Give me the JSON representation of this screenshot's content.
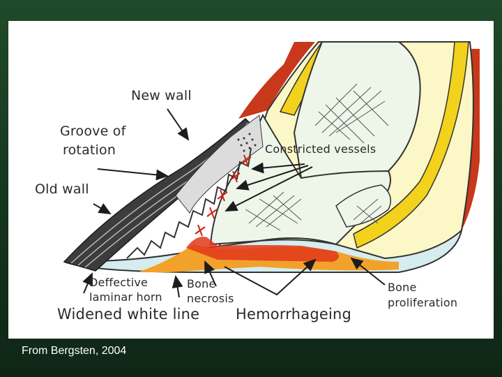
{
  "diagram": {
    "labels": {
      "new_wall": "New wall",
      "groove_of_rotation_line1": "Groove of",
      "groove_of_rotation_line2": "rotation",
      "old_wall": "Old wall",
      "constricted_vessels": "Constricted vessels",
      "deffective_line1": "Deffective",
      "deffective_line2": "laminar horn",
      "bone_necrosis_line1": "Bone",
      "bone_necrosis_line2": "necrosis",
      "bone_proliferation_line1": "Bone",
      "bone_proliferation_line2": "proliferation",
      "widened_white_line": "Widened white line",
      "hemorrhageing": "Hemorrhageing"
    },
    "colors": {
      "bone_fill": "#eef6ea",
      "cartilage_yellow": "#f2d21c",
      "light_yellow": "#fbf7c6",
      "hoof_wall_dark": "#3c3c3c",
      "hemorrhage_red": "#e2371a",
      "hemorrhage_orange": "#f2a12a",
      "hair_red": "#c8381b"
    }
  },
  "caption": "From Bergsten, 2004"
}
